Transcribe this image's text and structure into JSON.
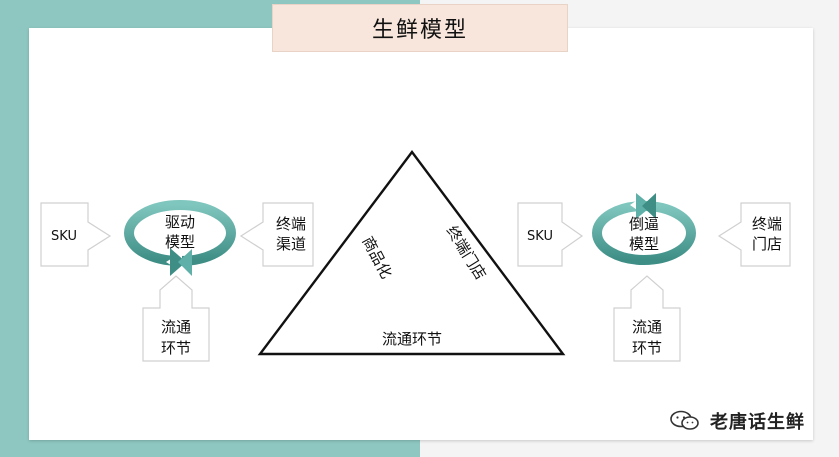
{
  "title": "生鲜模型",
  "triangle": {
    "left_side": "商品化",
    "right_side": "终端门店",
    "bottom": "流通环节"
  },
  "left_model": {
    "input_left": "SKU",
    "center": "驱动模型",
    "input_right": "终端渠道",
    "input_bottom": "流通环节"
  },
  "right_model": {
    "input_left": "SKU",
    "center": "倒逼模型",
    "input_right": "终端门店",
    "input_bottom": "流通环节"
  },
  "watermark": "老唐话生鲜",
  "colors": {
    "teal": "#5fb0a8",
    "teal_dark": "#3e8e86",
    "box_border": "#d8d8d8",
    "title_bg": "#f8e6dc"
  }
}
